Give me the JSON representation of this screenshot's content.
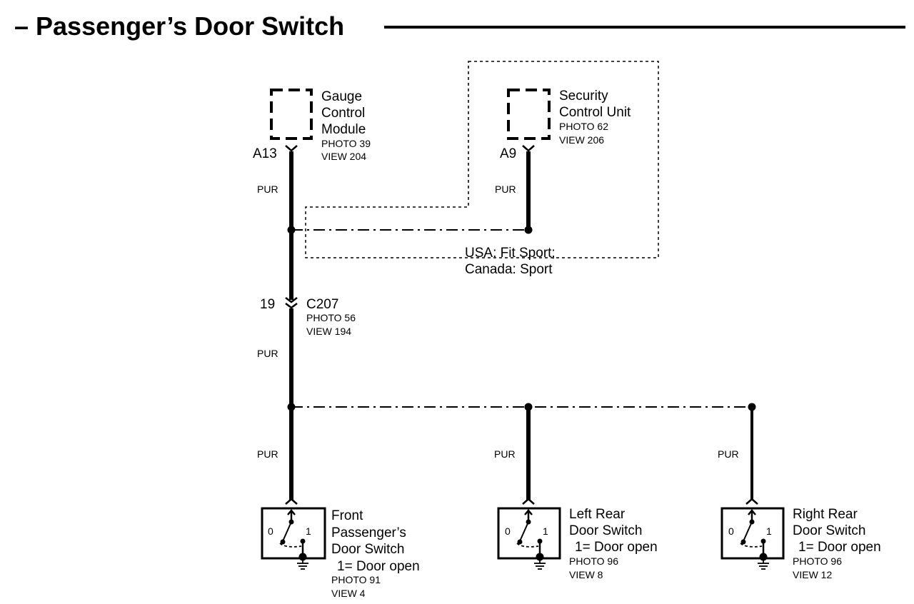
{
  "title": "– Passenger’s Door Switch",
  "components": {
    "gauge": {
      "name_lines": [
        "Gauge",
        "Control",
        "Module"
      ],
      "photo": "PHOTO 39",
      "view": "VIEW 204",
      "pin": "A13"
    },
    "security": {
      "name_lines": [
        "Security",
        "Control Unit"
      ],
      "photo": "PHOTO 62",
      "view": "VIEW 206",
      "pin": "A9"
    },
    "connector": {
      "pin": "19",
      "name": "C207",
      "photo": "PHOTO 56",
      "view": "VIEW 194"
    },
    "option_note": [
      "USA: Fit Sport;",
      "Canada: Sport"
    ],
    "front_switch": {
      "name_lines": [
        "Front",
        "Passenger’s",
        "Door Switch"
      ],
      "state": "1= Door open",
      "photo": "PHOTO 91",
      "view": "VIEW 4",
      "pos0": "0",
      "pos1": "1"
    },
    "left_rear_switch": {
      "name_lines": [
        "Left Rear",
        "Door Switch"
      ],
      "state": "1= Door open",
      "photo": "PHOTO 96",
      "view": "VIEW 8",
      "pos0": "0",
      "pos1": "1"
    },
    "right_rear_switch": {
      "name_lines": [
        "Right Rear",
        "Door Switch"
      ],
      "state": "1= Door open",
      "photo": "PHOTO 96",
      "view": "VIEW 12",
      "pos0": "0",
      "pos1": "1"
    }
  },
  "wire_color": "PUR"
}
